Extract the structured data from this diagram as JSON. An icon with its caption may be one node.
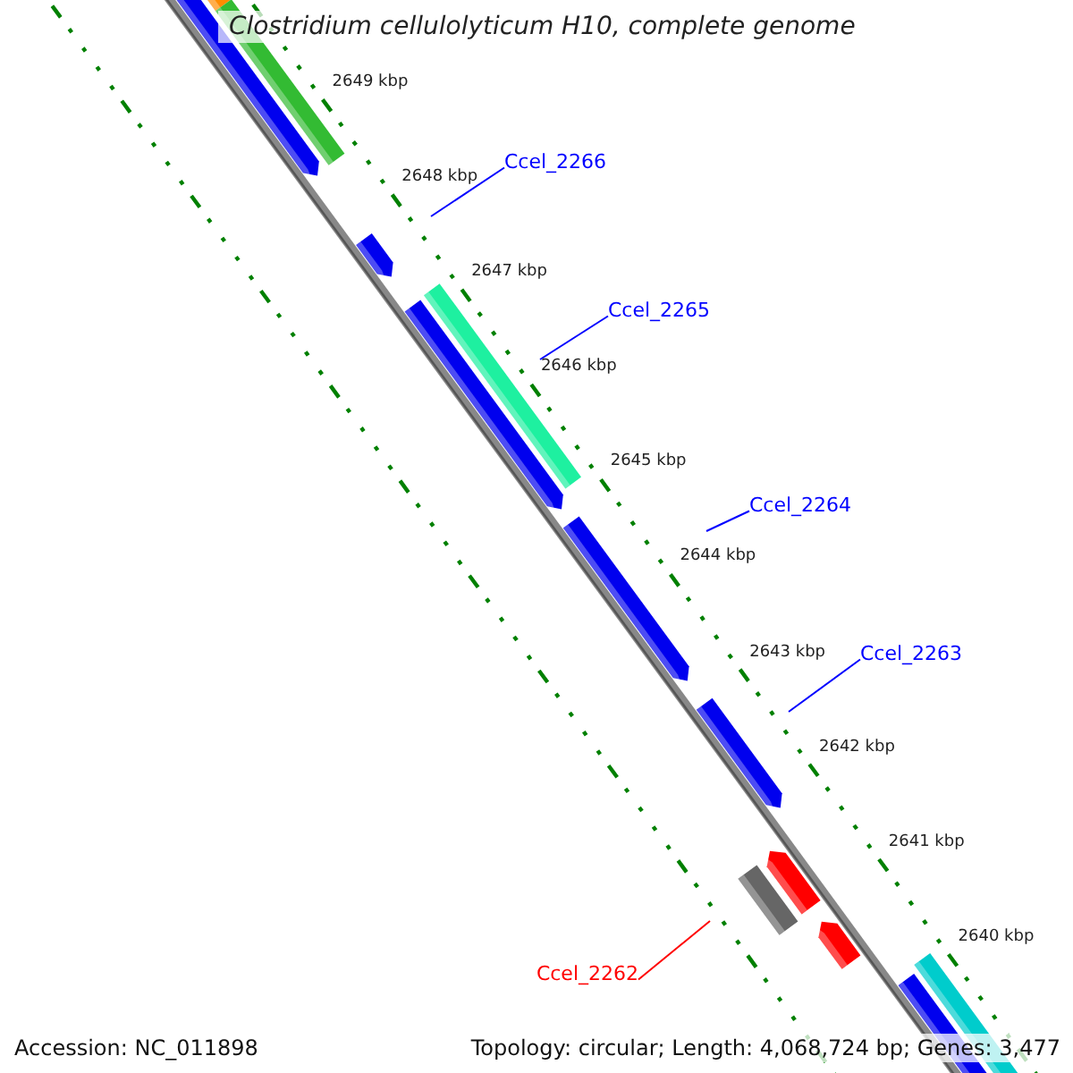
{
  "diagram": {
    "title": "Clostridium cellulolyticum H10, complete genome",
    "nodes": [
      {
        "text": [
          "Ccel_2266"
        ]
      },
      {
        "text": [
          "Ccel_2265"
        ]
      },
      {
        "text": [
          "Ccel_2264"
        ]
      },
      {
        "text": [
          "Ccel_2263"
        ]
      },
      {
        "text": [
          "Ccel_2262"
        ]
      }
    ],
    "edges": [
      {
        "from": 0,
        "to": null,
        "arrow": "none"
      },
      {
        "from": 1,
        "to": null,
        "arrow": "none"
      },
      {
        "from": 2,
        "to": null,
        "arrow": "none"
      },
      {
        "from": 3,
        "to": null,
        "arrow": "none"
      },
      {
        "from": 4,
        "to": null,
        "arrow": "none",
        "color": "#ff0000"
      }
    ],
    "labels": [
      "2649 kbp",
      "2648 kbp",
      "2647 kbp",
      "2646 kbp",
      "2645 kbp",
      "2644 kbp",
      "2643 kbp",
      "2642 kbp",
      "2641 kbp",
      "2640 kbp",
      "Accession: NC_011898",
      "Topology: circular; Length: 4,068,724 bp; Genes: 3,477"
    ]
  }
}
